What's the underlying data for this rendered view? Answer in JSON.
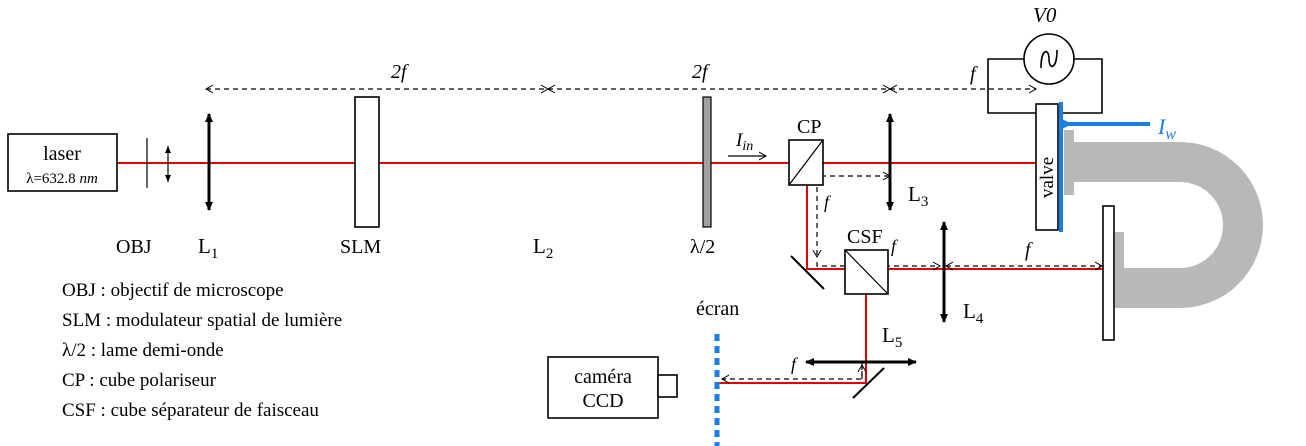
{
  "labels": {
    "laser": "laser",
    "wavelength_prefix": "λ=632.8 ",
    "wavelength_unit": "nm",
    "obj": "OBJ",
    "l1": "L",
    "l1_sub": "1",
    "slm": "SLM",
    "l2": "L",
    "l2_sub": "2",
    "halfwave": "λ/2",
    "iin": "I",
    "iin_sub": "in",
    "cp": "CP",
    "l3": "L",
    "l3_sub": "3",
    "csf": "CSF",
    "l4": "L",
    "l4_sub": "4",
    "l5": "L",
    "l5_sub": "5",
    "ecran": "écran",
    "camera_line1": "caméra",
    "camera_line2": "CCD",
    "valve": "valve",
    "v0": "V0",
    "iw": "I",
    "iw_sub": "w",
    "dist_2f_a": "2f",
    "dist_2f_b": "2f",
    "dist_f_top": "f",
    "dist_f_cp": "f",
    "dist_f_csf": "f",
    "dist_f_l4": "f",
    "dist_f_l5": "f"
  },
  "legend": [
    "OBJ : objectif de microscope",
    "SLM : modulateur spatial de lumière",
    "λ/2 : lame demi-onde",
    "CP : cube polariseur",
    "CSF : cube séparateur de faisceau"
  ],
  "colors": {
    "beam": "#e00000",
    "light_blue": "#1a7fe0",
    "fiber_gray": "#b8b8b8"
  }
}
